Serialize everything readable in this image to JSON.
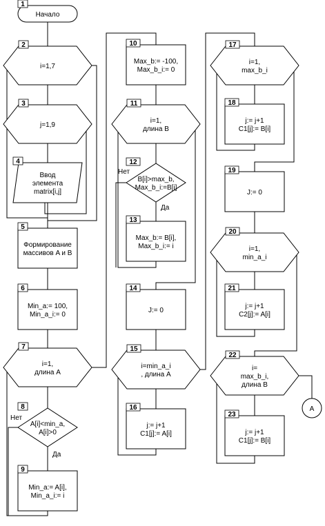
{
  "blocks": {
    "b1": {
      "number": "1",
      "lines": [
        "Начало"
      ]
    },
    "b2": {
      "number": "2",
      "lines": [
        "i=1,7"
      ]
    },
    "b3": {
      "number": "3",
      "lines": [
        "j=1,9"
      ]
    },
    "b4": {
      "number": "4",
      "lines": [
        "Ввод",
        "элемента",
        "matrix[i,j]"
      ]
    },
    "b5": {
      "number": "5",
      "lines": [
        "Формирование",
        "массивов A и B"
      ]
    },
    "b6": {
      "number": "6",
      "lines": [
        "Min_a:= 100,",
        "Min_a_i:= 0"
      ]
    },
    "b7": {
      "number": "7",
      "lines": [
        "i=1,",
        "длина A"
      ]
    },
    "b8": {
      "number": "8",
      "lines": [
        "A[i]<min_a,",
        "A[i]>0"
      ]
    },
    "b9": {
      "number": "9",
      "lines": [
        "Min_a:= A[i],",
        "Min_a_i:= i"
      ]
    },
    "b10": {
      "number": "10",
      "lines": [
        "Max_b:= -100,",
        "Max_b_i:= 0"
      ]
    },
    "b11": {
      "number": "11",
      "lines": [
        "i=1,",
        "длина B"
      ]
    },
    "b12": {
      "number": "12",
      "lines": [
        "B[i]>max_b,",
        "Max_b_i:=B[i]"
      ]
    },
    "b13": {
      "number": "13",
      "lines": [
        "Max_b:= B[i],",
        "Max_b_i:= i"
      ]
    },
    "b14": {
      "number": "14",
      "lines": [
        "J:= 0"
      ]
    },
    "b15": {
      "number": "15",
      "lines": [
        "i=min_a_i",
        ", длина A"
      ]
    },
    "b16": {
      "number": "16",
      "lines": [
        "j:= j+1",
        "C1[j]:= A[i]"
      ]
    },
    "b17": {
      "number": "17",
      "lines": [
        "i=1,",
        "max_b_i"
      ]
    },
    "b18": {
      "number": "18",
      "lines": [
        "j:= j+1",
        "C1[j]:= B[i]"
      ]
    },
    "b19": {
      "number": "19",
      "lines": [
        "J:= 0"
      ]
    },
    "b20": {
      "number": "20",
      "lines": [
        "i=1,",
        "min_a_i"
      ]
    },
    "b21": {
      "number": "21",
      "lines": [
        "j:= j+1",
        "C2[j]:= A[i]"
      ]
    },
    "b22": {
      "number": "22",
      "lines": [
        "i=",
        "max_b_i,",
        "длина B"
      ]
    },
    "b23": {
      "number": "23",
      "lines": [
        "j:= j+1",
        "C1[j]:= B[i]"
      ]
    }
  },
  "edge_labels": {
    "no8": "Нет",
    "yes8": "Да",
    "no12": "Нет",
    "yes12": "Да"
  },
  "connector": "A"
}
